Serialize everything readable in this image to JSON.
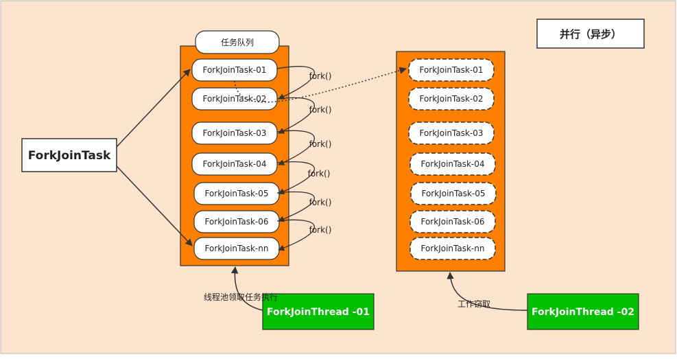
{
  "title": "并行（异步）",
  "root": "ForkJoinTask",
  "queue_label": "任务队列",
  "queue1": [
    "ForkJoinTask-01",
    "ForkJoinTask-02",
    "ForkJoinTask-03",
    "ForkJoinTask-04",
    "ForkJoinTask-05",
    "ForkJoinTask-06",
    "ForkJoinTask-nn"
  ],
  "queue2": [
    "ForkJoinTask-01",
    "ForkJoinTask-02",
    "ForkJoinTask-03",
    "ForkJoinTask-04",
    "ForkJoinTask-05",
    "ForkJoinTask-06",
    "ForkJoinTask-nn"
  ],
  "fork_label": "fork()",
  "thread1": "ForkJoinThread -01",
  "thread2": "ForkJoinThread -02",
  "thread1_label": "线程池领取任务执行",
  "thread2_label": "工作窃取",
  "colors": {
    "background": "#fde4cc",
    "queue": "#ff7f00",
    "thread": "#00c000",
    "task": "#ffffff"
  }
}
